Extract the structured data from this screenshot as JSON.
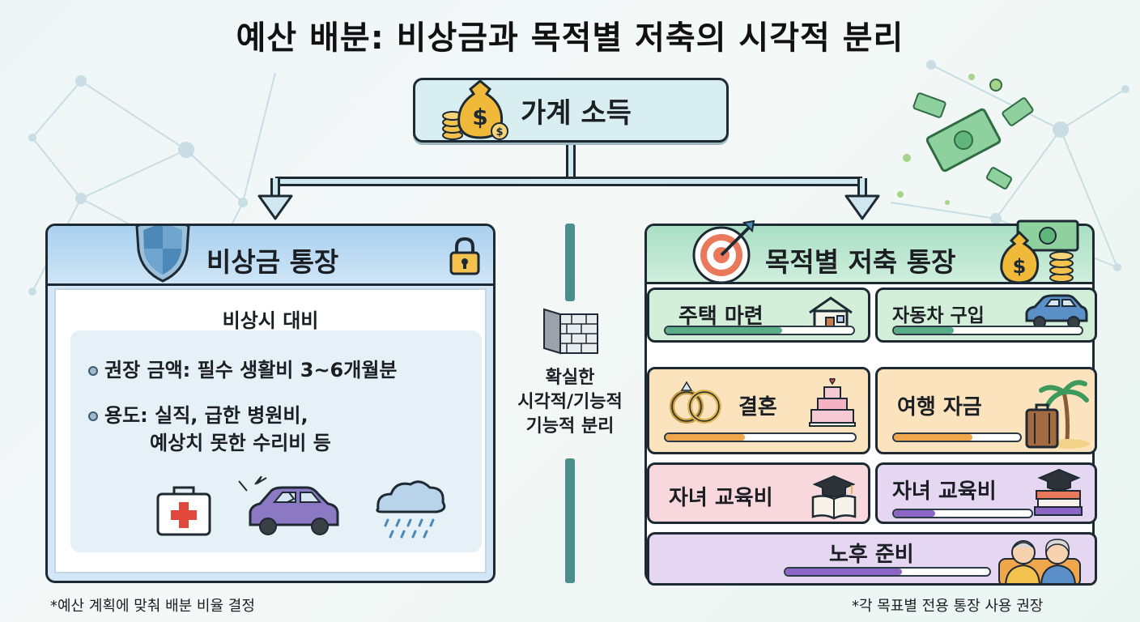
{
  "title": "예산 배분: 비상금과 목적별 저축의 시각적 분리",
  "income": {
    "label": "가계 소득",
    "icon": "money-bag-coins-icon"
  },
  "emergency": {
    "title": "비상금 통장",
    "subtitle": "비상시 대비",
    "bullets": [
      {
        "text": "권장 금액: 필수 생활비 3~6개월분"
      },
      {
        "text": "용도: 실직, 급한 병원비,",
        "continuation": "예상치 못한 수리비 등"
      }
    ],
    "icons": [
      "shield-icon",
      "lock-icon",
      "first-aid-kit-icon",
      "broken-car-icon",
      "rain-cloud-icon"
    ],
    "colors": {
      "header": "#a9d0ef",
      "panel": "#e6f0f7"
    }
  },
  "separator": {
    "lines": [
      "확실한",
      "시각적/기능적",
      "기능적 분리"
    ],
    "icon": "wall-icon"
  },
  "savings": {
    "title": "목적별 저축 통장",
    "goals": [
      {
        "name": "주택 마련",
        "color": "green",
        "progress": 0.62,
        "icon": "house-icon"
      },
      {
        "name": "자동차 구입",
        "color": "green",
        "progress": 0.32,
        "icon": "car-icon"
      },
      {
        "name": "결혼",
        "color": "orange",
        "progress": 0.42,
        "icon": "rings-cake-icon"
      },
      {
        "name": "여행 자금",
        "color": "orange",
        "progress": 0.62,
        "icon": "suitcase-palm-icon"
      },
      {
        "name": "자녀 교육비",
        "color": "pink",
        "progress": null,
        "icon": "graduation-cap-book-icon"
      },
      {
        "name": "자녀 교육비",
        "color": "purple",
        "progress": 0.3,
        "icon": "graduation-cap-books-icon"
      },
      {
        "name": "노후 준비",
        "color": "purple",
        "progress": 0.57,
        "icon": "elderly-couple-icon"
      }
    ],
    "fill_colors": {
      "green": "#5aae87",
      "orange": "#f0a64a",
      "purple": "#8b66c4"
    }
  },
  "footnotes": {
    "left": "*예산 계획에 맞춰 배분 비율 결정",
    "right": "*각 목표별 전용 통장 사용 권장"
  }
}
